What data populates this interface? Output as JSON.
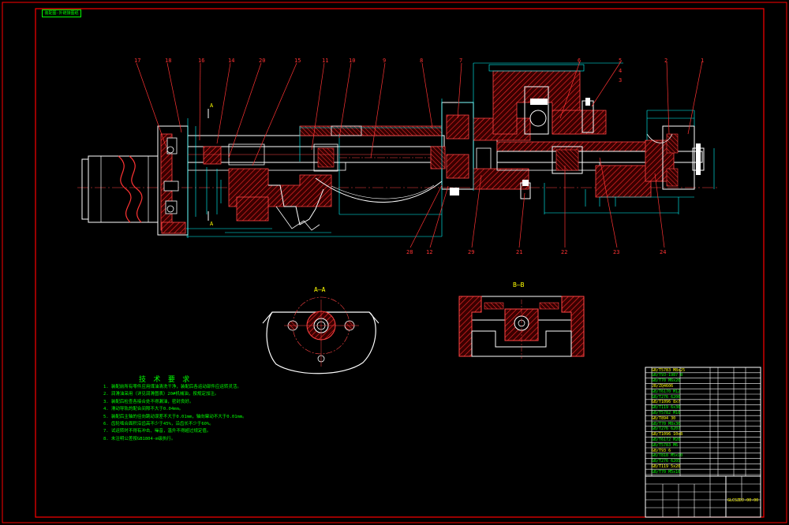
{
  "stamp_text": "装配图-外链接图纸",
  "callouts_top": [
    "17",
    "18",
    "16",
    "14",
    "20",
    "15",
    "11",
    "10",
    "9",
    "8",
    "7",
    "6",
    "5",
    "4",
    "3",
    "2",
    "1"
  ],
  "callouts_bottom": [
    "28",
    "12",
    "29",
    "21",
    "22",
    "23",
    "24"
  ],
  "section_aa_label": "A—A",
  "section_bb_label": "B—B",
  "section_marker": "A",
  "notes_title": "技 术 要 求",
  "notes": [
    "1. 装配前所有零件应用煤油清洗干净，装配后各运动部件应运转灵活。",
    "2. 润滑油采用（详见润滑图表）20#机械油，按规定加注。",
    "3. 装配后检查各接合处不得漏油，密封良好。",
    "4. 滑动导轨的配合间隙不大于0.04mm。",
    "5. 装配后主轴的径向跳动误差不大于0.01mm，轴向窜动不大于0.01mm。",
    "6. 齿轮啮合面积沿齿高不少于45%，沿齿长不少于60%。",
    "7. 试运转时不得有冲击、噪音，温升不得超过规定值。",
    "8. 未注明公差按GB1804-m级执行。"
  ],
  "title_block": {
    "part_rows": [
      "GB/T5783 M8x25",
      "GB/T93-1987 8",
      "GB/T70 M6x20",
      "JB/ZQ4606",
      "GB/T6170 M12",
      "GB/T276 6206",
      "GB/T1096 8x7",
      "GB/T119 6x30",
      "GB/T5782 M10",
      "GB/T894 30",
      "GB/T70 M8x30",
      "GB/T276 6207",
      "GB/T1096 10x8",
      "GB/T6172 M20",
      "GB/T5783 M6",
      "GB/T93 6",
      "GB/T818 M5x10",
      "GB/T276 6205",
      "GB/T119 5x20",
      "GB/T70 M5x16"
    ],
    "drawing_no": "GLCSZDJ-00-00"
  },
  "colors": {
    "background": "#000000",
    "border": "#ff0000",
    "outline": "#ffffff",
    "dimension": "#00ffff",
    "text": "#ffff00",
    "notes": "#00ff00",
    "hatch": "#ff0000"
  }
}
